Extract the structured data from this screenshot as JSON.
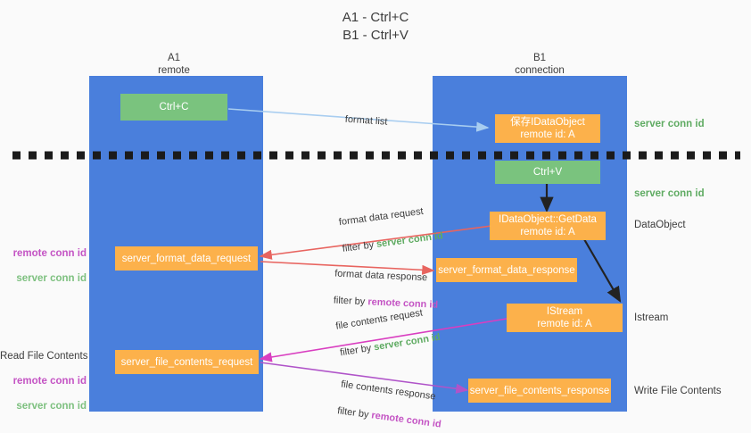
{
  "title": {
    "line1": "A1 - Ctrl+C",
    "line2": "B1 - Ctrl+V"
  },
  "columns": [
    {
      "name": "A1",
      "sub": "remote"
    },
    {
      "name": "B1",
      "sub": "connection"
    }
  ],
  "boxes": {
    "ctrl_c": "Ctrl+C",
    "ctrl_v": "Ctrl+V",
    "idataobject": {
      "line1": "保存IDataObject",
      "line2": "remote id: A"
    },
    "getdata": {
      "line1": "IDataObject::GetData",
      "line2": "remote id: A"
    },
    "istream": {
      "line1": "IStream",
      "line2": "remote id: A"
    },
    "server_format_data_request": "server_format_data_request",
    "server_format_data_response": "server_format_data_response",
    "server_file_contents_request": "server_file_contents_request",
    "server_file_contents_response": "server_file_contents_response"
  },
  "right_annotations": [
    {
      "text": "server conn id",
      "style": "green"
    },
    {
      "text": "server conn id",
      "style": "green"
    },
    {
      "text": "DataObject",
      "style": "dark"
    },
    {
      "text": "Istream",
      "style": "dark"
    },
    {
      "text": "Write File Contents",
      "style": "dark"
    }
  ],
  "left_annotations": {
    "group1": {
      "remote": "remote conn id",
      "server": "server conn id"
    },
    "group2": {
      "heading": "Read File Contents",
      "remote": "remote conn id",
      "server": "server conn id"
    }
  },
  "flow_labels": {
    "format_list": "format list",
    "format_data_request": {
      "main": "format data request",
      "filter_prefix": "filter by ",
      "filter_key": "server conn id"
    },
    "format_data_response": {
      "main": "format data response",
      "filter_prefix": "filter by ",
      "filter_key": "remote conn id"
    },
    "file_contents_request": {
      "main": "file contents request",
      "filter_prefix": "filter by ",
      "filter_key": "server conn id"
    },
    "file_contents_response": {
      "main": "file contents response",
      "filter_prefix": "filter by ",
      "filter_key": "remote conn id"
    }
  },
  "colors": {
    "lane": "#4a7fdc",
    "green_box": "#7ac37e",
    "orange_box": "#fcb14b",
    "server_conn_id": "#5fab62",
    "remote_conn_id": "#c454c4",
    "arrow_light_blue": "#a8cdf0",
    "arrow_red": "#e8645f",
    "arrow_magenta": "#d93ec0",
    "arrow_purple": "#b054c9",
    "arrow_black": "#222222",
    "divider": "#1b1b1b",
    "background": "#fafafa"
  }
}
